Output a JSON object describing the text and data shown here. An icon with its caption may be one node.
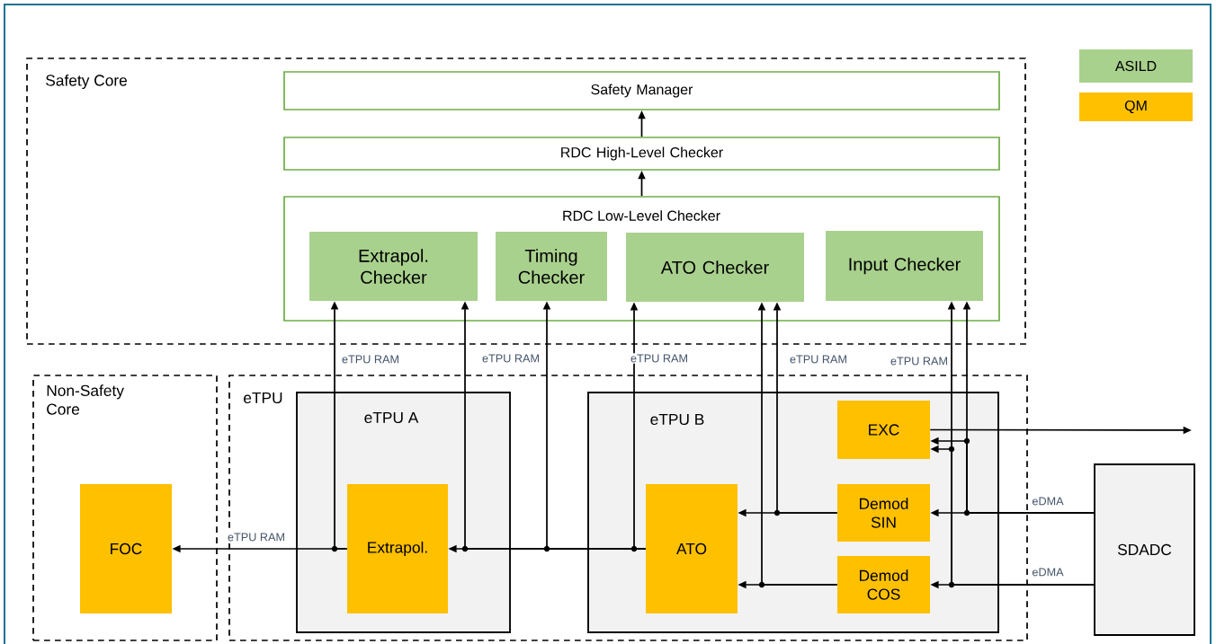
{
  "diagram": {
    "nodes": [
      {
        "text": [
          "Safety Core"
        ]
      },
      {
        "text": [
          "Safety Manager"
        ],
        "in": 0
      },
      {
        "text": [
          "RDC High-Level Checker"
        ],
        "in": 0
      },
      {
        "text": [
          "RDC Low-Level Checker"
        ],
        "in": 0
      },
      {
        "text": [
          "Extrapol. Checker"
        ],
        "in": 3
      },
      {
        "text": [
          "Timing Checker"
        ],
        "in": 3
      },
      {
        "text": [
          "ATO Checker"
        ],
        "in": 3
      },
      {
        "text": [
          "Input Checker"
        ],
        "in": 3
      },
      {
        "text": [
          "Non-Safety Core"
        ]
      },
      {
        "text": [
          "FOC"
        ],
        "in": 8
      },
      {
        "text": [
          "eTPU"
        ]
      },
      {
        "text": [
          "eTPU A"
        ],
        "in": 10
      },
      {
        "text": [
          "Extrapol."
        ],
        "in": 11
      },
      {
        "text": [
          "eTPU B"
        ],
        "in": 10
      },
      {
        "text": [
          "ATO"
        ],
        "in": 13
      },
      {
        "text": [
          "EXC"
        ],
        "in": 13
      },
      {
        "text": [
          "Demod SIN"
        ],
        "in": 13
      },
      {
        "text": [
          "Demod COS"
        ],
        "in": 13
      },
      {
        "text": [
          "SDADC"
        ]
      }
    ],
    "edges": [
      {
        "from": 2,
        "to": 1,
        "arrow": "to"
      },
      {
        "from": 3,
        "to": 2,
        "arrow": "to"
      },
      {
        "from": 12,
        "to": 9,
        "arrow": "to",
        "label": "eTPU RAM"
      },
      {
        "from": 12,
        "to": 4,
        "arrow": "to",
        "label": "eTPU RAM"
      },
      {
        "from": 14,
        "to": 12,
        "arrow": "to"
      },
      {
        "from": 14,
        "to": 4,
        "arrow": "to",
        "label": "eTPU RAM"
      },
      {
        "from": 14,
        "to": 5,
        "arrow": "to"
      },
      {
        "from": 14,
        "to": 6,
        "arrow": "to",
        "label": "eTPU RAM"
      },
      {
        "from": 16,
        "to": 14,
        "arrow": "to"
      },
      {
        "from": 16,
        "to": 6,
        "arrow": "to",
        "label": "eTPU RAM"
      },
      {
        "from": 17,
        "to": 14,
        "arrow": "to"
      },
      {
        "from": 17,
        "to": 6,
        "arrow": "to"
      },
      {
        "from": 18,
        "to": 16,
        "arrow": "to",
        "label": "eDMA"
      },
      {
        "from": 18,
        "to": 17,
        "arrow": "to",
        "label": "eDMA"
      },
      {
        "from": 18,
        "to": 7,
        "arrow": "to"
      },
      {
        "from": 18,
        "to": 7,
        "arrow": "to",
        "label": "eTPU RAM"
      },
      {
        "from": 18,
        "to": 15,
        "arrow": "to"
      },
      {
        "from": 18,
        "to": 15,
        "arrow": "to"
      },
      {
        "from": 15,
        "to": null,
        "arrow": "to"
      }
    ],
    "legend": [
      {
        "text": "ASILD",
        "color": "#a9d18e"
      },
      {
        "text": "QM",
        "color": "#ffc000"
      }
    ]
  }
}
